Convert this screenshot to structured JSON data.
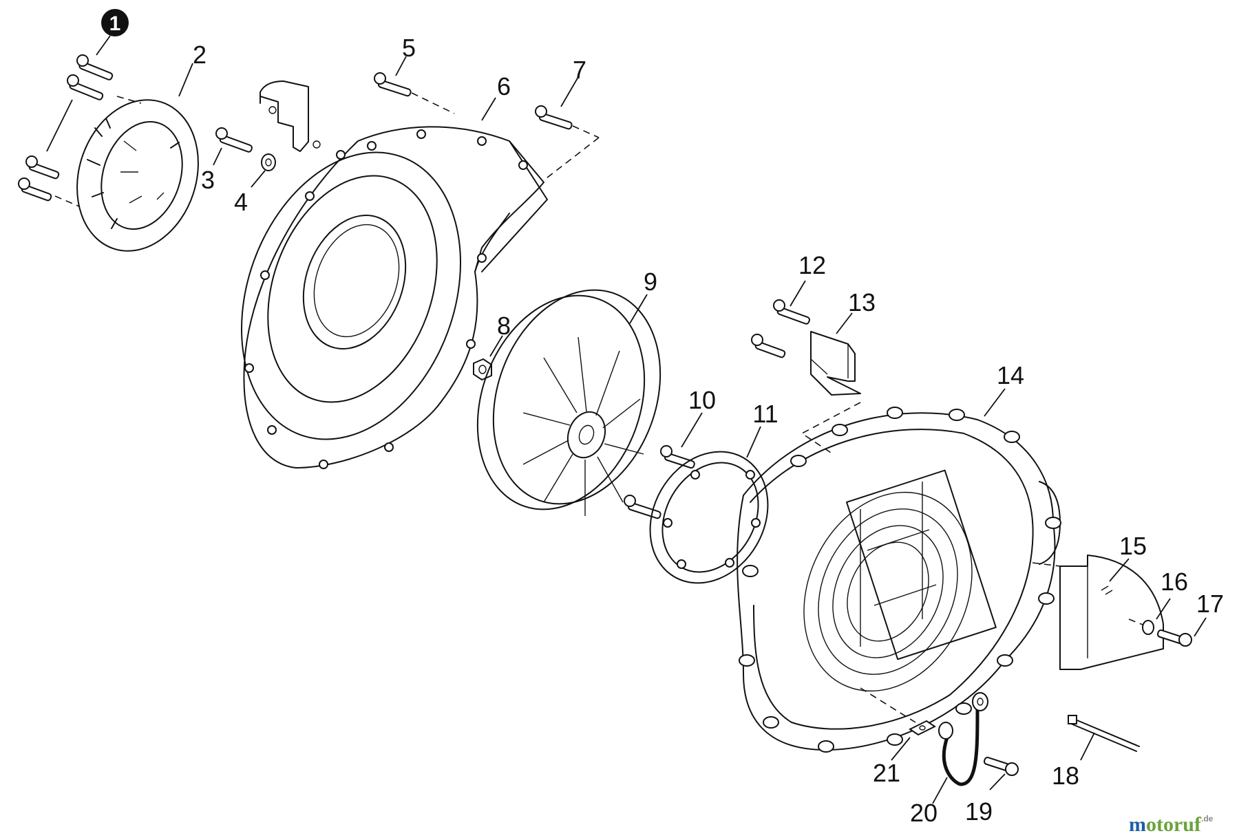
{
  "badge": "1",
  "labels": {
    "p2": "2",
    "p3": "3",
    "p4": "4",
    "p5": "5",
    "p6": "6",
    "p7": "7",
    "p8": "8",
    "p9": "9",
    "p10": "10",
    "p11": "11",
    "p12": "12",
    "p13": "13",
    "p14": "14",
    "p15": "15",
    "p16": "16",
    "p17": "17",
    "p18": "18",
    "p19": "19",
    "p20": "20",
    "p21": "21"
  },
  "watermark": {
    "brand": "motoruf",
    "suffix": ".de",
    "color_m": "#1a5fa8",
    "color_rest": "#6aa23c"
  }
}
